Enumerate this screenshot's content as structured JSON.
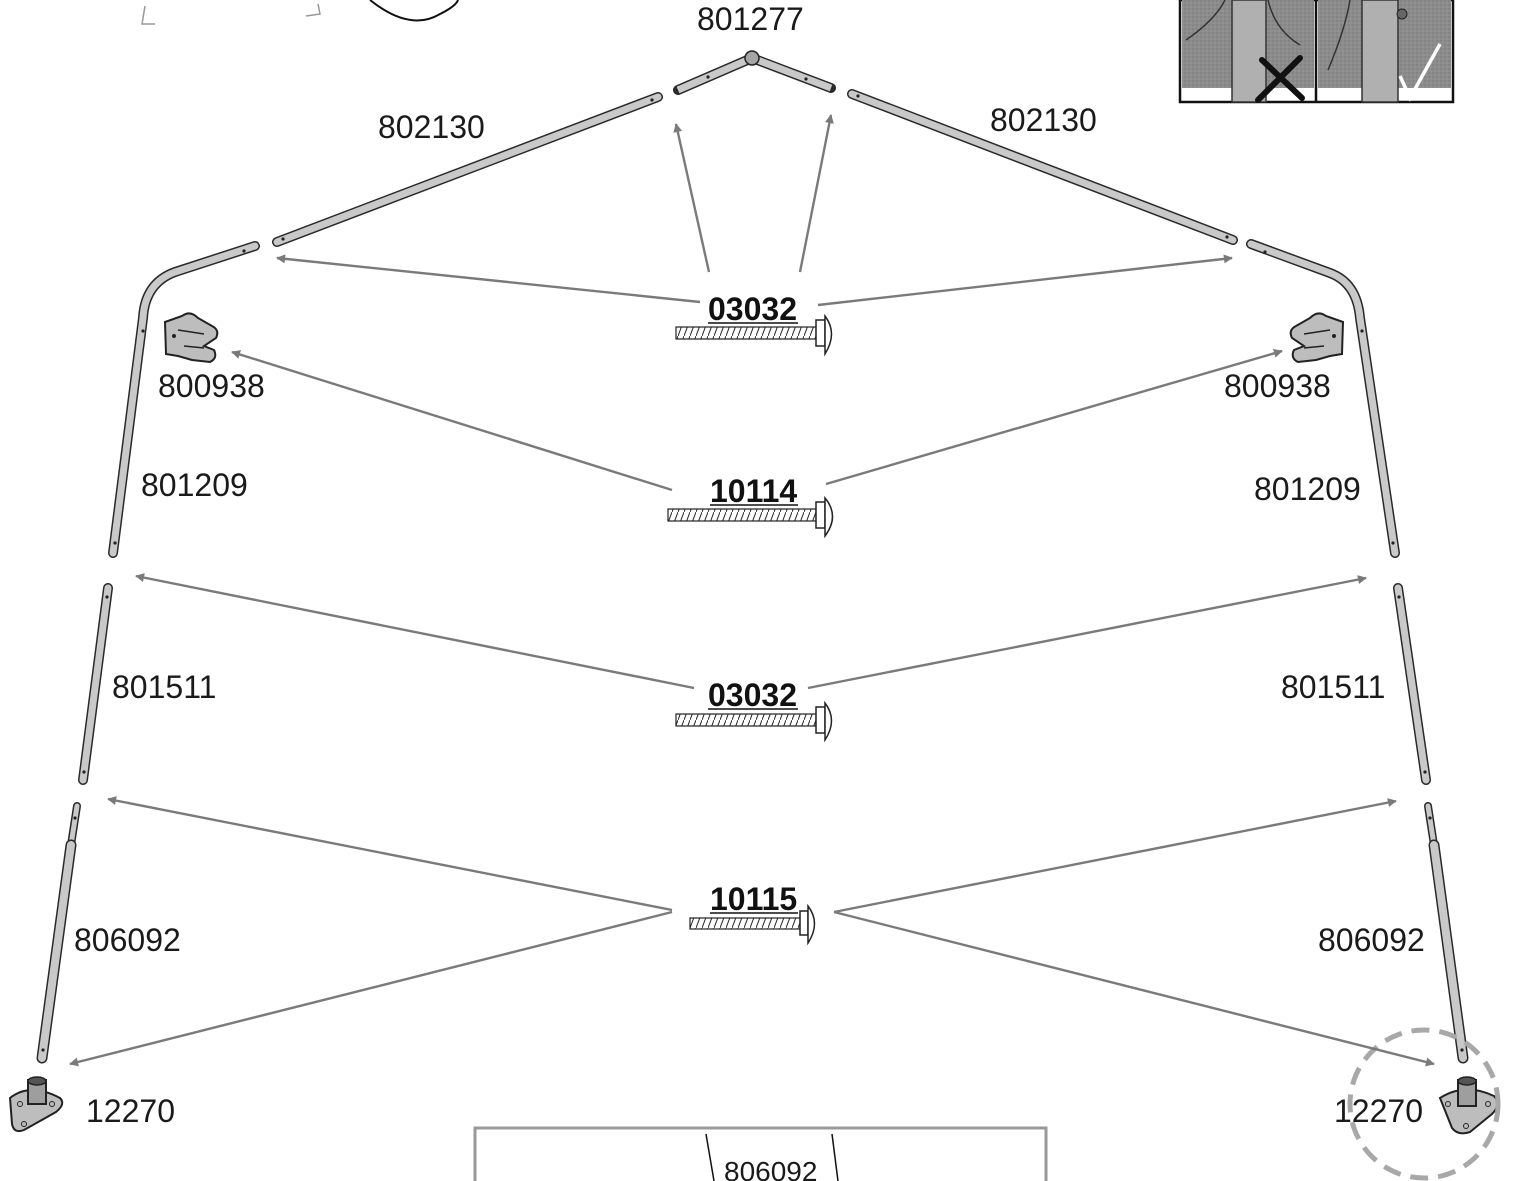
{
  "parts": {
    "ridge_connector": "801277",
    "ridge_tube_left": "802130",
    "ridge_tube_right": "802130",
    "bracket_left": "800938",
    "bracket_right": "800938",
    "corner_tube_left": "801209",
    "corner_tube_right": "801209",
    "mid_tube_left": "801511",
    "mid_tube_right": "801511",
    "leg_left": "806092",
    "leg_right": "806092",
    "foot_left": "12270",
    "foot_right": "12270",
    "bottom_box_label": "806092"
  },
  "bolts": {
    "row1": "03032",
    "row2": "10114",
    "row3": "03032",
    "row4": "10115"
  },
  "colors": {
    "tube_fill": "#c9c9c9",
    "tube_stroke": "#2a2a2a",
    "arrow": "#7a7a7a",
    "inset_bg": "#8c8c8c"
  },
  "icons": {
    "check": "check-mark-icon",
    "cross": "cross-mark-icon"
  }
}
